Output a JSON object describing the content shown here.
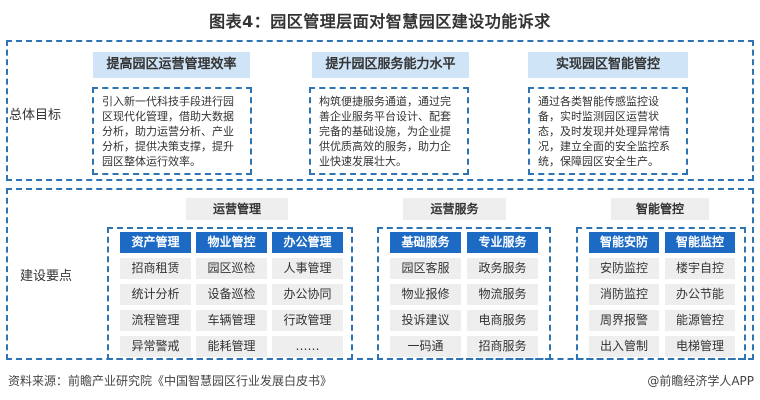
{
  "title": "图表4：园区管理层面对智慧园区建设功能诉求",
  "goals": {
    "label": "总体目标",
    "items": [
      {
        "heading": "提高园区运营管理效率",
        "desc": "引入新一代科技手段进行园区现代化管理，借助大数据分析，助力运营分析、产业分析，提供决策支撑，提升园区整体运行效率。"
      },
      {
        "heading": "提升园区服务能力水平",
        "desc": "构筑便捷服务通道，通过完善企业服务平台设计、配套完备的基础设施，为企业提供优质高效的服务，助力企业快速发展壮大。"
      },
      {
        "heading": "实现园区智能管控",
        "desc": "通过各类智能传感监控设备，实时监测园区运营状态，及时发现并处理异常情况，建立全面的安全监控系统，保障园区安全生产。"
      }
    ]
  },
  "key_points": {
    "label": "建设要点",
    "groups": [
      {
        "heading": "运营管理",
        "columns": [
          {
            "head": "资产管理",
            "items": [
              "招商租赁",
              "统计分析",
              "流程管理",
              "异常警戒"
            ]
          },
          {
            "head": "物业管控",
            "items": [
              "园区巡检",
              "设备巡检",
              "车辆管理",
              "能耗管理"
            ]
          },
          {
            "head": "办公管理",
            "items": [
              "人事管理",
              "办公协同",
              "行政管理",
              "……"
            ]
          }
        ]
      },
      {
        "heading": "运营服务",
        "columns": [
          {
            "head": "基础服务",
            "items": [
              "园区客服",
              "物业报修",
              "投诉建议",
              "一码通"
            ]
          },
          {
            "head": "专业服务",
            "items": [
              "政务服务",
              "物流服务",
              "电商服务",
              "招商服务"
            ]
          }
        ]
      },
      {
        "heading": "智能管控",
        "columns": [
          {
            "head": "智能安防",
            "items": [
              "安防监控",
              "消防监控",
              "周界报警",
              "出入管制"
            ]
          },
          {
            "head": "智能监控",
            "items": [
              "楼宇自控",
              "办公节能",
              "能源管控",
              "电梯管理"
            ]
          }
        ]
      }
    ]
  },
  "footer": {
    "source": "资料来源：前瞻产业研究院《中国智慧园区行业发展白皮书》",
    "credit": "@前瞻经济学人APP"
  },
  "colors": {
    "accent": "#1d6ac4",
    "border": "#2e74b5",
    "heading_bg": "#cfe4f7",
    "cell_bg": "#eeeeee"
  }
}
